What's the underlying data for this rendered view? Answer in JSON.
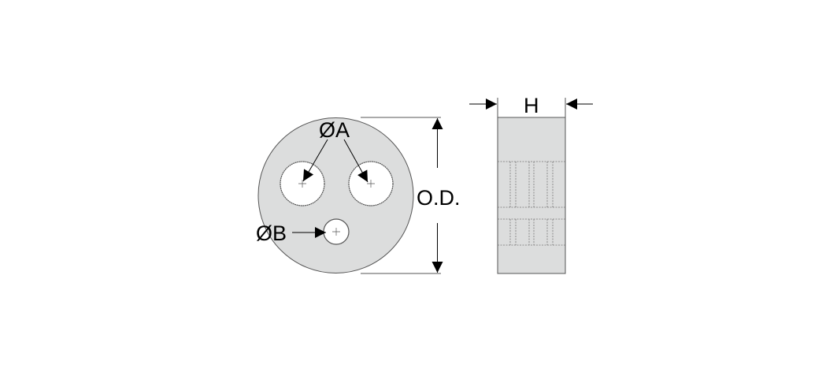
{
  "labels": {
    "hole_a": "ØA",
    "hole_b": "ØB",
    "outer_diameter": "O.D.",
    "height": "H"
  },
  "colors": {
    "part_fill": "#dcdddd",
    "outline": "#555555",
    "line": "#000000"
  }
}
